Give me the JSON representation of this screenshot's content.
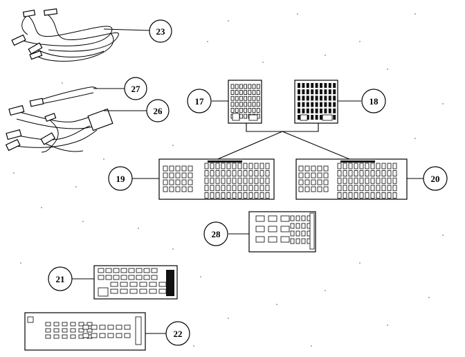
{
  "diagram": {
    "callouts": [
      "23",
      "27",
      "26",
      "17",
      "18",
      "19",
      "20",
      "28",
      "21",
      "22"
    ]
  }
}
